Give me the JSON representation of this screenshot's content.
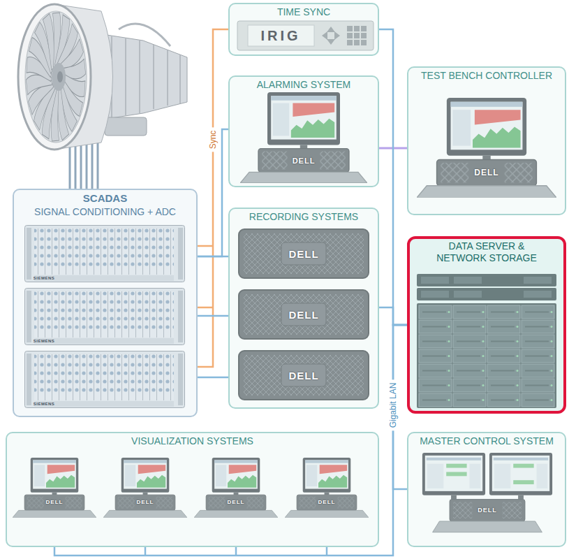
{
  "diagram": {
    "nodes": [
      {
        "text": [
          "TIME SYNC"
        ]
      },
      {
        "text": [
          "ALARMING SYSTEM"
        ]
      },
      {
        "text": [
          "TEST BENCH CONTROLLER"
        ]
      },
      {
        "text": [
          "SCADAS",
          "SIGNAL CONDITIONING + ADC"
        ]
      },
      {
        "text": [
          "RECORDING SYSTEMS"
        ]
      },
      {
        "text": [
          "DATA SERVER & NETWORK STORAGE"
        ]
      },
      {
        "text": [
          "VISUALIZATION SYSTEMS"
        ]
      },
      {
        "text": [
          "MASTER CONTROL SYSTEM"
        ]
      }
    ],
    "edges": [
      {
        "from": 0,
        "to": 3,
        "arrow": "none",
        "label": "Sync"
      },
      {
        "from": 3,
        "to": 4,
        "arrow": "none"
      },
      {
        "from": 3,
        "to": 4,
        "arrow": "none"
      },
      {
        "from": 3,
        "to": 4,
        "arrow": "none"
      },
      {
        "from": 3,
        "to": 1,
        "arrow": "none"
      },
      {
        "from": 1,
        "to": 2,
        "arrow": "none"
      },
      {
        "from": 0,
        "to": 5,
        "arrow": "none"
      },
      {
        "from": 4,
        "to": 5,
        "arrow": "none"
      },
      {
        "from": 5,
        "to": 7,
        "arrow": "none",
        "label": "Gigabit LAN"
      },
      {
        "from": 6,
        "to": 5,
        "arrow": "none"
      }
    ],
    "labels": [
      "IRIG",
      "DELL",
      "DELL",
      "SIEMENS",
      "SIEMENS",
      "SIEMENS",
      "DELL",
      "DELL",
      "DELL",
      "DELL",
      "DELL",
      "DELL",
      "DELL",
      "DELL"
    ]
  }
}
